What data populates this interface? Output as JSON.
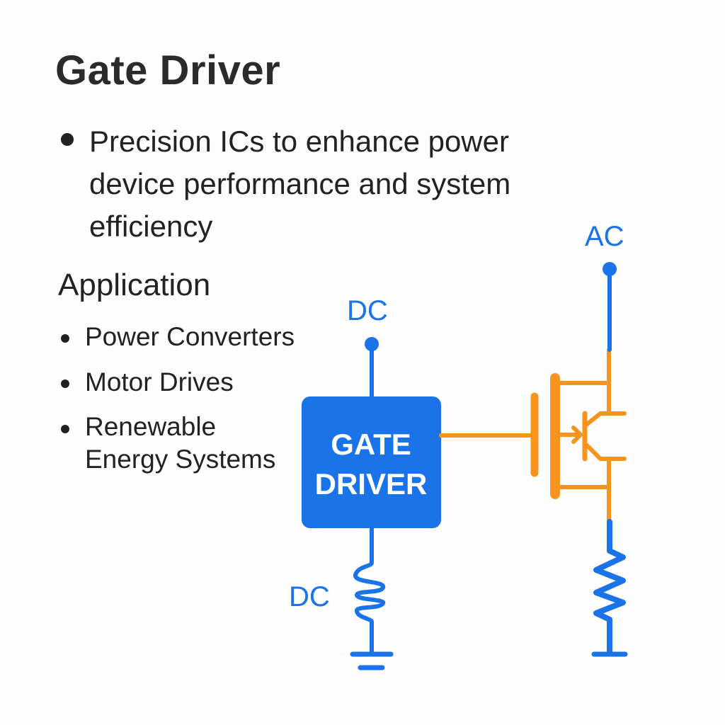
{
  "title": "Gate Driver",
  "lead_bullet": "Precision ICs to enhance power device performance and system efficiency",
  "application": {
    "heading": "Application",
    "items": [
      "Power Converters",
      "Motor Drives",
      "Renewable Energy Systems"
    ]
  },
  "diagram": {
    "colors": {
      "wire_blue": "#1a73e8",
      "device_orange": "#f7941d",
      "box_fill": "#1a73e8",
      "box_text": "#ffffff"
    },
    "box_label_line1": "GATE",
    "box_label_line2": "DRIVER",
    "dc_top_label": "DC",
    "dc_bottom_label": "DC",
    "ac_label": "AC",
    "components": [
      "gate-driver-block",
      "inductor",
      "ground",
      "igbt-transistor",
      "resistor",
      "ground"
    ]
  }
}
